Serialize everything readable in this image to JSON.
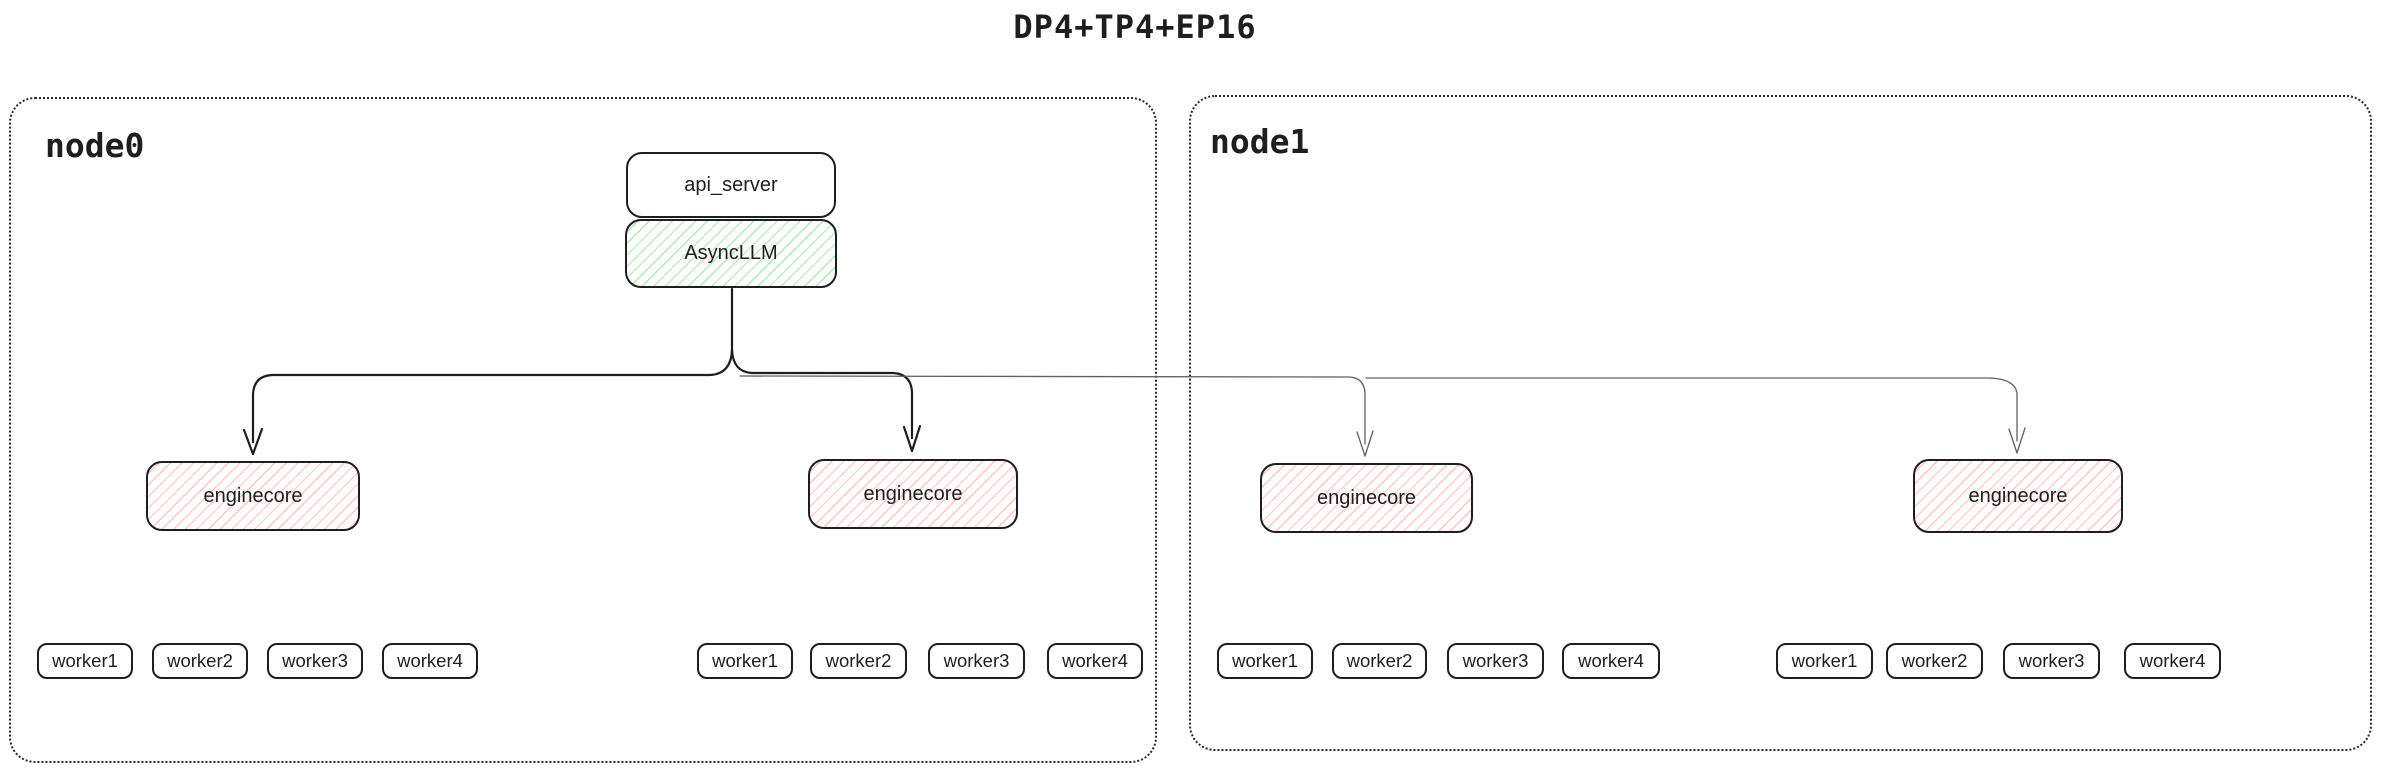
{
  "title": "DP4+TP4+EP16",
  "colors": {
    "ink": "#1e1e1e",
    "thin_line": "#606060",
    "hatch_green": "#40c057",
    "hatch_red": "#fa5252"
  },
  "nodes": [
    {
      "label": "node0",
      "api_server": {
        "label": "api_server"
      },
      "async_llm": {
        "label": "AsyncLLM"
      },
      "enginecores": [
        {
          "label": "enginecore",
          "workers": [
            "worker1",
            "worker2",
            "worker3",
            "worker4"
          ]
        },
        {
          "label": "enginecore",
          "workers": [
            "worker1",
            "worker2",
            "worker3",
            "worker4"
          ]
        }
      ]
    },
    {
      "label": "node1",
      "enginecores": [
        {
          "label": "enginecore",
          "workers": [
            "worker1",
            "worker2",
            "worker3",
            "worker4"
          ]
        },
        {
          "label": "enginecore",
          "workers": [
            "worker1",
            "worker2",
            "worker3",
            "worker4"
          ]
        }
      ]
    }
  ]
}
